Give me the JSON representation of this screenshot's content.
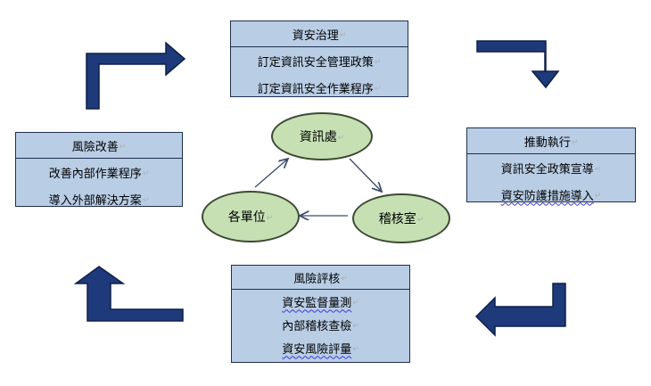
{
  "boxes": {
    "governance": {
      "title": "資安治理",
      "items": [
        "訂定資訊安全管理政策",
        "訂定資訊安全作業程序"
      ]
    },
    "promote": {
      "title": "推動執行",
      "items": [
        "資訊安全政策宣導",
        "資安防護措施導入"
      ]
    },
    "assess": {
      "title": "風險評核",
      "items": [
        "資安監督量測",
        "內部稽核查檢",
        "資安風險評量"
      ]
    },
    "improve": {
      "title": "風險改善",
      "items": [
        "改善內部作業程序",
        "導入外部解決方案"
      ]
    }
  },
  "nodes": {
    "info": "資訊處",
    "audit": "稽核室",
    "units": "各單位"
  },
  "colors": {
    "box_fill": "#b9cde5",
    "node_fill": "#c6e0b4",
    "arrow": "#1f3a7a",
    "border": "#1f2f4f"
  }
}
